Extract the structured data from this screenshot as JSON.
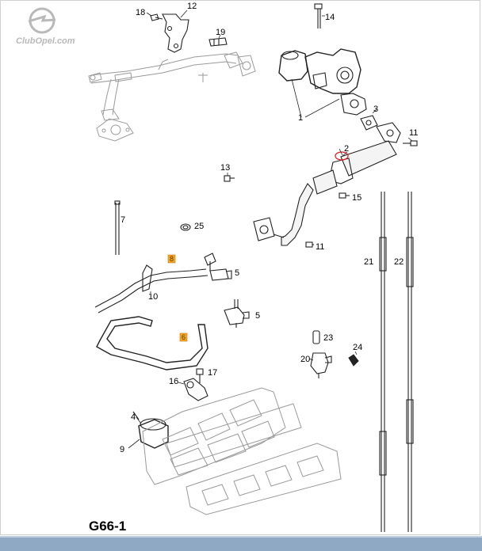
{
  "diagram_code": "G66-1",
  "watermark": {
    "text": "ClubOpel.com",
    "icon": "opel-logo-icon"
  },
  "part_labels": {
    "p1": "1",
    "p2": "2",
    "p3": "3",
    "p4": "4",
    "p5a": "5",
    "p5b": "5",
    "p7": "7",
    "p9": "9",
    "p10": "10",
    "p11a": "11",
    "p11b": "11",
    "p12": "12",
    "p13": "13",
    "p14": "14",
    "p15": "15",
    "p16": "16",
    "p17": "17",
    "p18": "18",
    "p19": "19",
    "p20": "20",
    "p21": "21",
    "p22": "22",
    "p23": "23",
    "p24": "24",
    "p25": "25"
  },
  "callouts": {
    "c8": "8",
    "c6": "6"
  },
  "colors": {
    "bottom_bar": "#8fa8c4",
    "callout": "#f5a623",
    "highlight": "#e02020"
  }
}
